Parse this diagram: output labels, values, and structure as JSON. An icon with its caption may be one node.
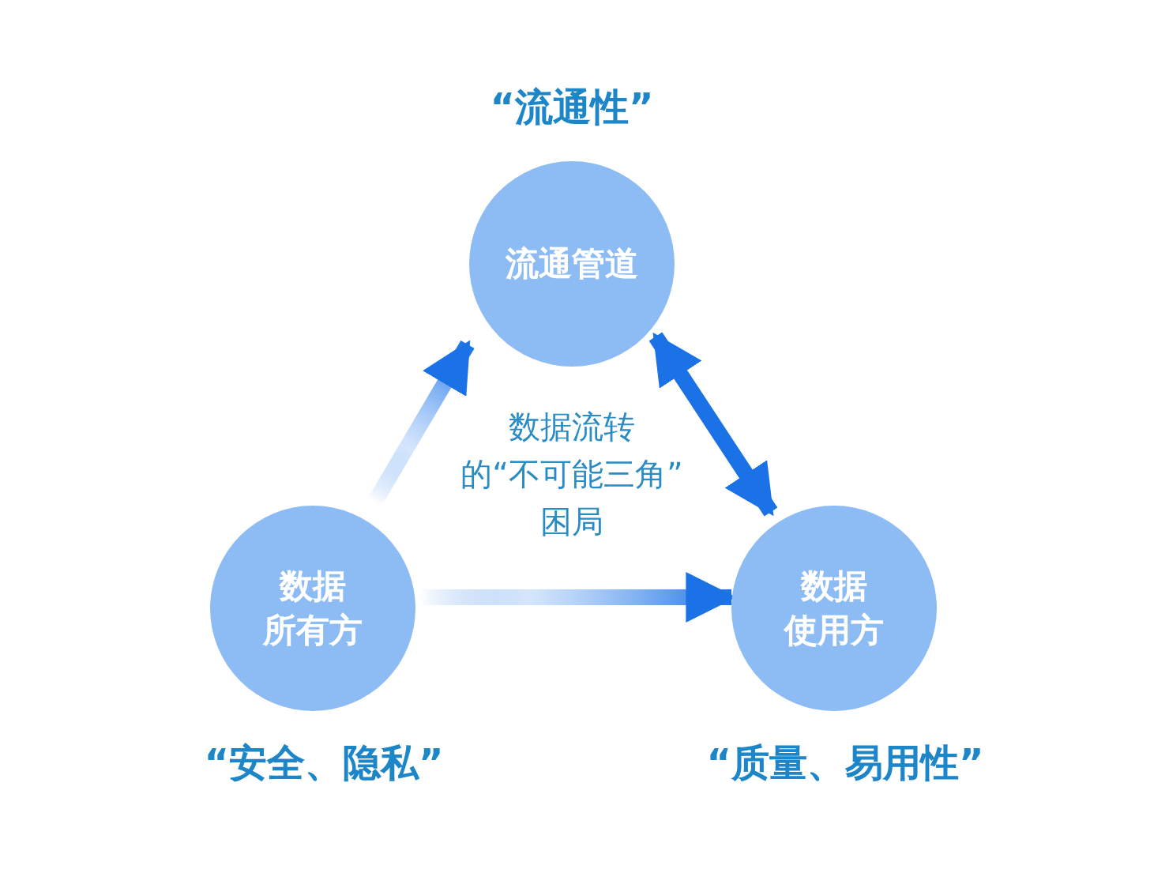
{
  "diagram": {
    "nodes": [
      {
        "text": [
          "流通管道"
        ],
        "beside": [
          "“流通性”"
        ]
      },
      {
        "text": [
          "数据所有方"
        ],
        "beside": [
          "“安全、隐私”"
        ]
      },
      {
        "text": [
          "数据使用方"
        ],
        "beside": [
          "“质量、易用性”"
        ]
      }
    ],
    "edges": [
      {
        "from": 1,
        "to": 0,
        "arrow": "to"
      },
      {
        "from": 0,
        "to": 2,
        "arrow": "both"
      },
      {
        "from": 1,
        "to": 2,
        "arrow": "to"
      }
    ],
    "labels": [
      "数据流转的“不可能三角”困局"
    ]
  }
}
